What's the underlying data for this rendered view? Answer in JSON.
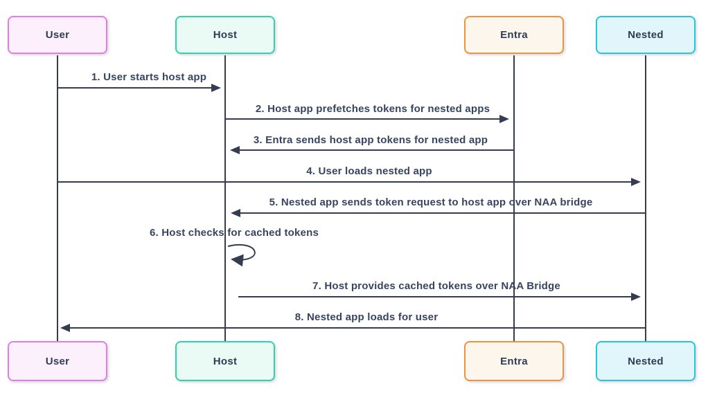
{
  "diagram": {
    "type": "sequence-diagram",
    "background": "#ffffff",
    "line_color": "#353b50",
    "text_color": "#374460",
    "actors": [
      {
        "name": "User",
        "fill": "#fdf0fd",
        "border": "#e47ce8"
      },
      {
        "name": "Host",
        "fill": "#eafaf5",
        "border": "#2ed3a6"
      },
      {
        "name": "Entra",
        "fill": "#fdf6ec",
        "border": "#ef933c"
      },
      {
        "name": "Nested",
        "fill": "#e1f6fa",
        "border": "#29c4da"
      }
    ],
    "messages": [
      {
        "label": "1. User starts host app",
        "from": "User",
        "to": "Host"
      },
      {
        "label": "2. Host app prefetches tokens for nested apps",
        "from": "Host",
        "to": "Entra"
      },
      {
        "label": "3. Entra sends host app tokens for nested app",
        "from": "Entra",
        "to": "Host"
      },
      {
        "label": "4. User loads nested app",
        "from": "User",
        "to": "Nested"
      },
      {
        "label": "5. Nested app sends token request to host app over NAA bridge",
        "from": "Nested",
        "to": "Host"
      },
      {
        "label": "6. Host checks for cached tokens",
        "from": "Host",
        "to": "Host"
      },
      {
        "label": "7. Host provides cached tokens over NAA Bridge",
        "from": "Host",
        "to": "Nested"
      },
      {
        "label": "8. Nested app loads for user",
        "from": "Nested",
        "to": "User"
      }
    ]
  }
}
